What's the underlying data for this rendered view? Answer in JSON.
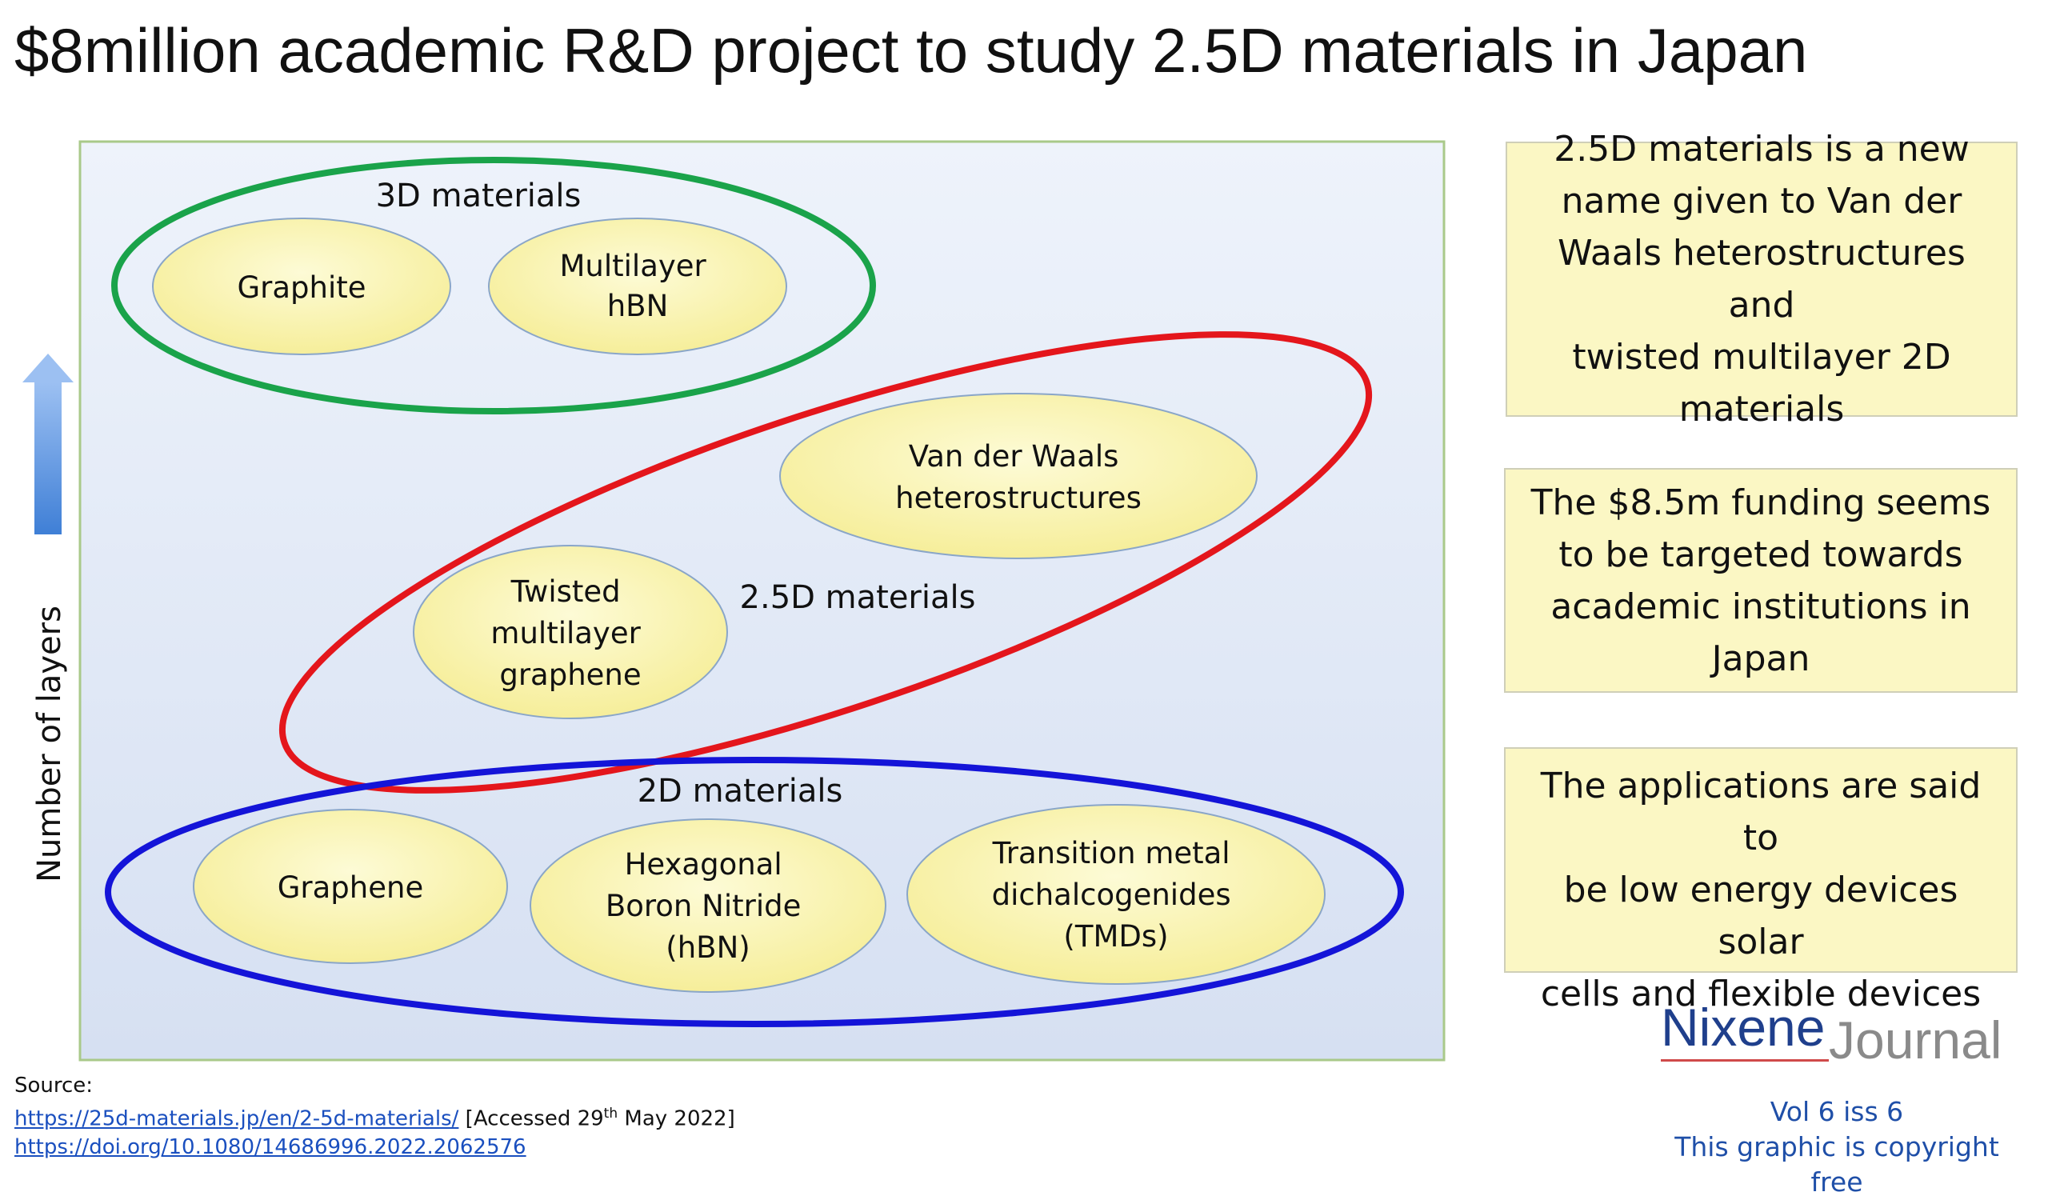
{
  "title": "$8million academic R&D project to study 2.5D materials in Japan",
  "y_axis_label": "Number of layers",
  "groups": {
    "three_d": {
      "label": "3D materials",
      "color": "#1aa34a",
      "items": [
        [
          "Graphite"
        ],
        [
          "Multilayer",
          "hBN"
        ]
      ]
    },
    "two_five_d": {
      "label": "2.5D materials",
      "color": "#e4161c",
      "items": [
        [
          "Van der Waals",
          "heterostructures"
        ],
        [
          "Twisted",
          "multilayer",
          "graphene"
        ]
      ]
    },
    "two_d": {
      "label": "2D materials",
      "color": "#1414d8",
      "items": [
        [
          "Graphene"
        ],
        [
          "Hexagonal",
          "Boron Nitride",
          "(hBN)"
        ],
        [
          "Transition metal",
          "dichalcogenides",
          "(TMDs)"
        ]
      ]
    }
  },
  "info_boxes": [
    [
      "2.5D materials is a new",
      "name given to Van der",
      "Waals heterostructures and",
      "twisted multilayer 2D",
      "materials"
    ],
    [
      "The $8.5m funding seems",
      "to be targeted towards",
      "academic institutions in",
      "Japan"
    ],
    [
      "The applications are said to",
      "be low energy devices solar",
      "cells and flexible devices"
    ]
  ],
  "source": {
    "label": "Source:",
    "link1": "https://25d-materials.jp/en/2-5d-materials/",
    "accessed_prefix": " [Accessed 29",
    "accessed_sup": "th",
    "accessed_suffix": " May 2022]",
    "link2": "https://doi.org/10.1080/14686996.2022.2062576"
  },
  "logo": {
    "word1": "Nixene",
    "word2": "Journal"
  },
  "footer": {
    "vol": "Vol 6 iss 6",
    "copyright": "This graphic is copyright free"
  },
  "colors": {
    "panel_fill_top": "#eef3fb",
    "panel_fill_bottom": "#d7e1f3",
    "panel_border": "#a9c98a",
    "bubble_fill": "#fbf6b0",
    "bubble_stroke": "#8aa6c8",
    "arrow": "#4a86d8",
    "info_box_fill": "#fbf7c4"
  }
}
